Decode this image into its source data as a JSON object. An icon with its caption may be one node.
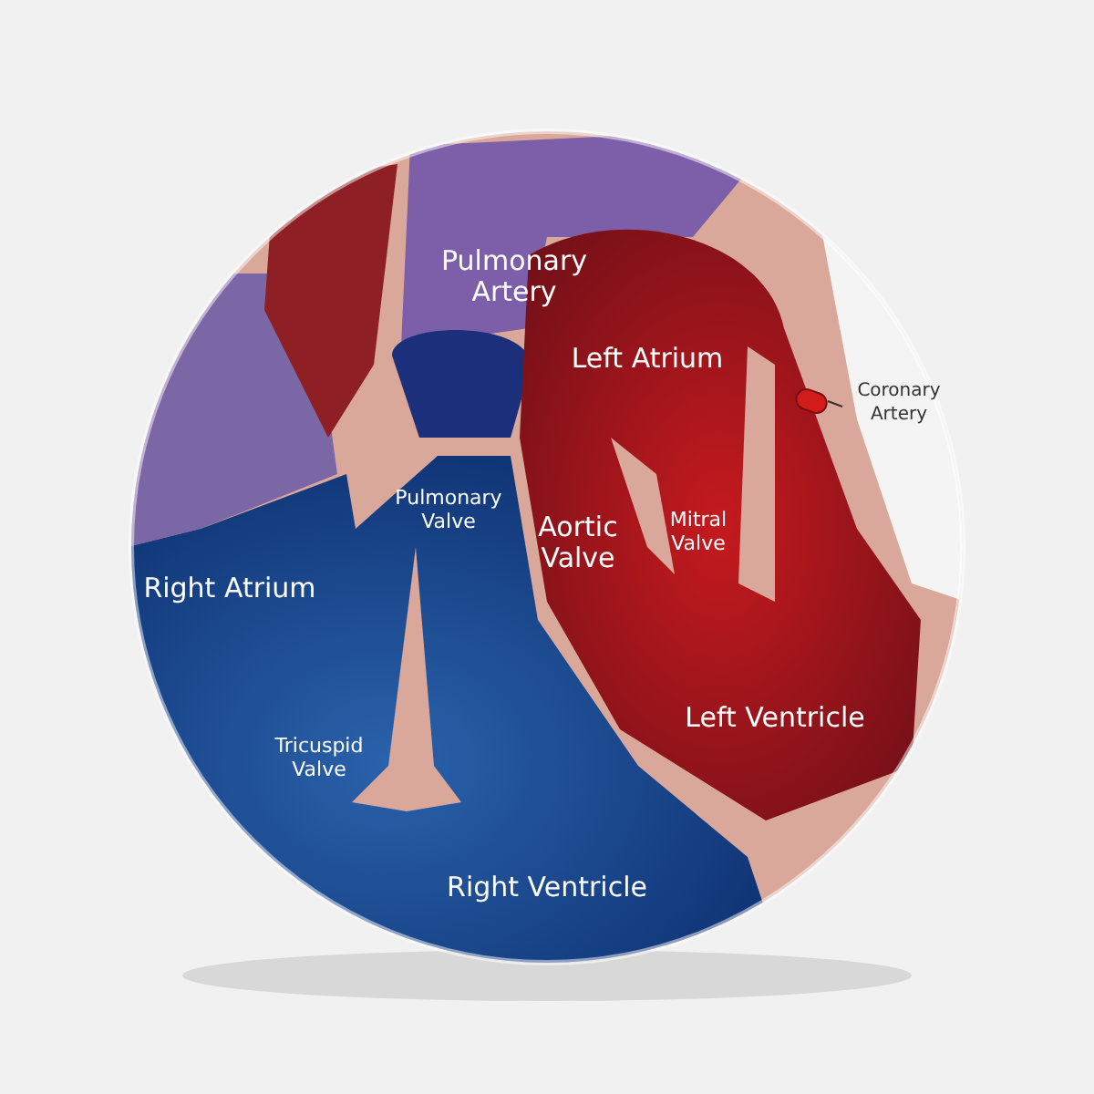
{
  "diagram": {
    "nodes": [
      {
        "text": [
          "Coronary Artery"
        ]
      },
      {
        "text": [],
        "shape": "cylinder"
      }
    ],
    "edges": [
      {
        "from": 0,
        "to": 1,
        "arrow": "none"
      }
    ],
    "labels": [
      "Pulmonary Artery",
      "Left Atrium",
      "Pulmonary Valve",
      "Aortic Valve",
      "Mitral Valve",
      "Right Atrium",
      "Tricuspid Valve",
      "Left Ventricle",
      "Right Ventricle"
    ]
  }
}
